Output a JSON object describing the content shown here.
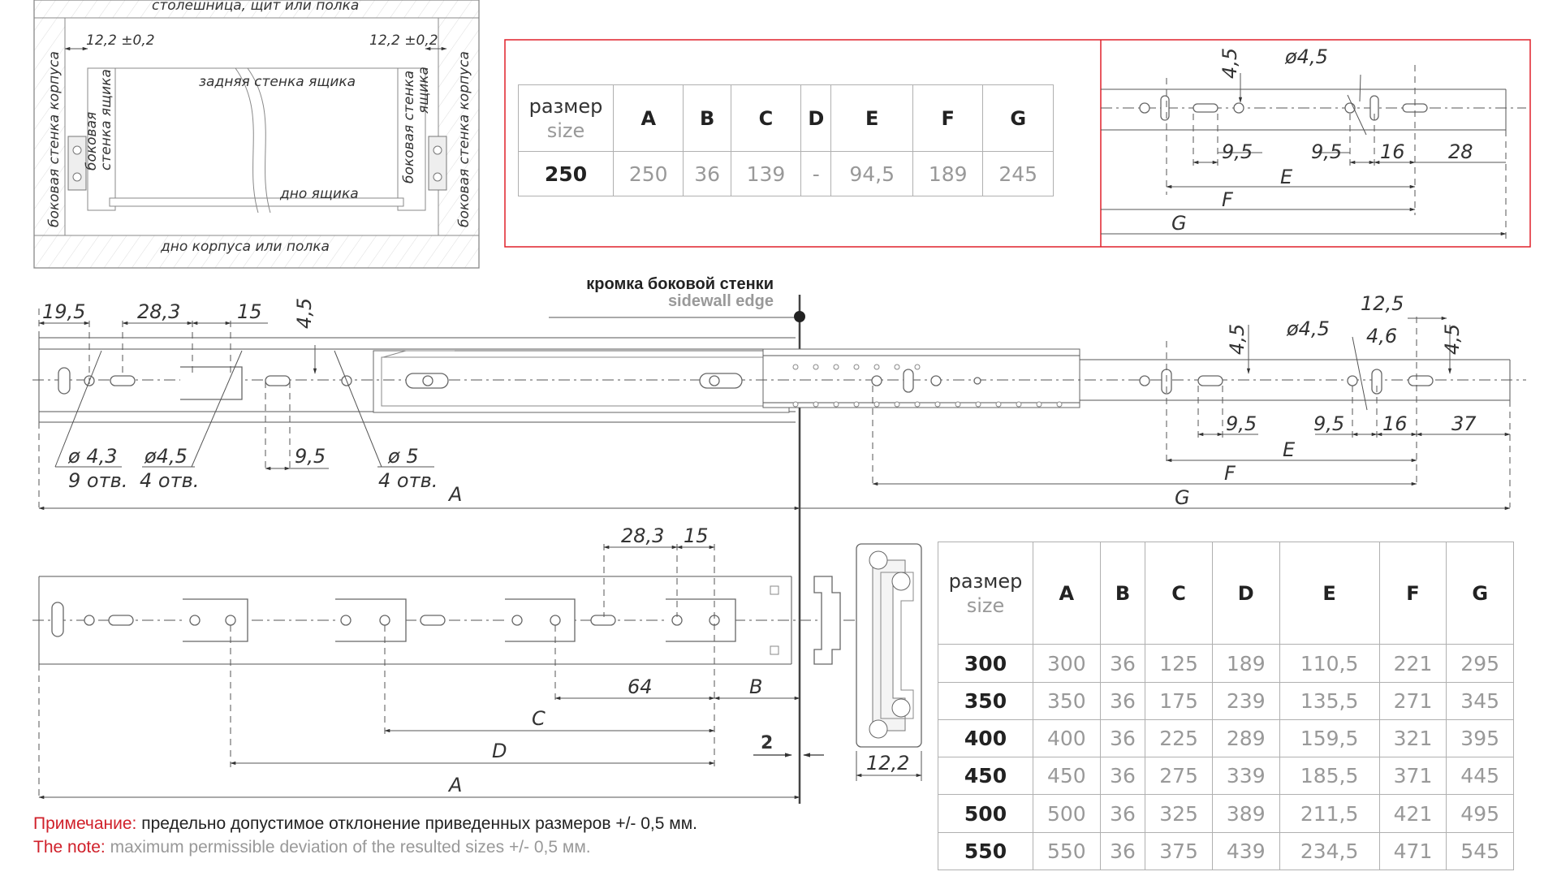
{
  "cabinet_sketch": {
    "top_label": "столешница, щит или полка",
    "bottom_label": "дно корпуса или полка",
    "back_wall": "задняя стенка ящика",
    "drawer_bottom": "дно ящика",
    "side_wall_body_left": "боковая стенка корпуса",
    "side_wall_drawer_left": "боковая стенка ящика",
    "side_wall_body_right": "боковая стенка корпуса",
    "side_wall_drawer_right": "боковая стенка ящика",
    "gap_left": "12,2 ±0,2",
    "gap_right": "12,2 ±0,2"
  },
  "small_table": {
    "header_ru": "размер",
    "header_en": "size",
    "columns": [
      "A",
      "B",
      "C",
      "D",
      "E",
      "F",
      "G"
    ],
    "rows": [
      {
        "size": "250",
        "values": [
          "250",
          "36",
          "139",
          "-",
          "94,5",
          "189",
          "245"
        ]
      }
    ]
  },
  "inset_drawing": {
    "labels": [
      "4,5",
      "ø4,5",
      "9,5",
      "9,5",
      "16",
      "28",
      "E",
      "F",
      "G"
    ]
  },
  "edge_label": {
    "ru": "кромка боковой стенки",
    "en": "sidewall edge"
  },
  "upper_rail": {
    "dims_top": [
      "19,5",
      "28,3",
      "15",
      "4,5"
    ],
    "holes": [
      {
        "d": "ø 4,3",
        "n": "9 отв."
      },
      {
        "d": "ø4,5",
        "n": "4 отв."
      },
      {
        "d": "ø 5",
        "n": "4 отв."
      }
    ],
    "dim_9_5": "9,5",
    "dim_A": "A",
    "right_dims": [
      "12,5",
      "4,5",
      "ø4,5",
      "4,6",
      "4,5",
      "9,5",
      "9,5",
      "16",
      "37",
      "E",
      "F",
      "G"
    ]
  },
  "lower_rail": {
    "dims": [
      "28,3",
      "15",
      "64",
      "B",
      "C",
      "D",
      "A",
      "2",
      "12,2"
    ]
  },
  "big_table": {
    "header_ru": "размер",
    "header_en": "size",
    "columns": [
      "A",
      "B",
      "C",
      "D",
      "E",
      "F",
      "G"
    ],
    "rows": [
      {
        "size": "300",
        "values": [
          "300",
          "36",
          "125",
          "189",
          "110,5",
          "221",
          "295"
        ]
      },
      {
        "size": "350",
        "values": [
          "350",
          "36",
          "175",
          "239",
          "135,5",
          "271",
          "345"
        ]
      },
      {
        "size": "400",
        "values": [
          "400",
          "36",
          "225",
          "289",
          "159,5",
          "321",
          "395"
        ]
      },
      {
        "size": "450",
        "values": [
          "450",
          "36",
          "275",
          "339",
          "185,5",
          "371",
          "445"
        ]
      },
      {
        "size": "500",
        "values": [
          "500",
          "36",
          "325",
          "389",
          "211,5",
          "421",
          "495"
        ]
      },
      {
        "size": "550",
        "values": [
          "550",
          "36",
          "375",
          "439",
          "234,5",
          "471",
          "545"
        ]
      }
    ]
  },
  "note": {
    "label_ru": "Примечание:",
    "text_ru": "предельно допустимое отклонение приведенных размеров +/- 0,5 мм.",
    "label_en": "The note:",
    "text_en": "maximum permissible deviation of the resulted sizes +/- 0,5 мм."
  },
  "colors": {
    "frame_red": "#e0202a",
    "line": "#333333",
    "muted": "#999999"
  }
}
